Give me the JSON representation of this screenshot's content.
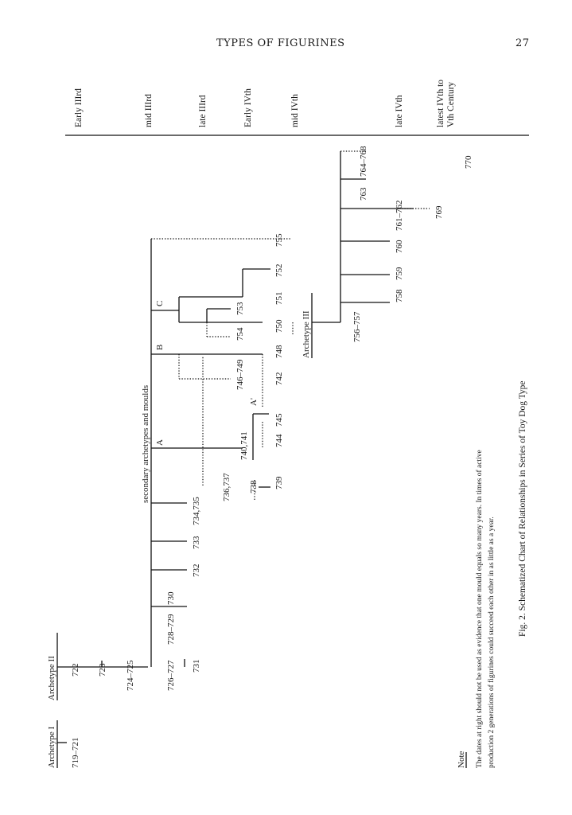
{
  "header": {
    "running_head": "TYPES OF FIGURINES",
    "page_number": "27"
  },
  "periods": [
    "Early IIIrd",
    "mid IIIrd",
    "late IIIrd",
    "Early IVth",
    "mid IVth",
    "late IVth",
    "latest IVth to",
    "Vth Century"
  ],
  "archetypes": {
    "one": "Archetype I",
    "two": "Archetype II",
    "three": "Archetype III"
  },
  "branch_labels": {
    "secondary": "secondary archetypes and moulds",
    "a": "A",
    "a_prime": "A'",
    "b": "B",
    "c": "C"
  },
  "numbers": {
    "n719": "719–721",
    "n722": "722",
    "n723": "723",
    "n724": "724–725",
    "n726": "726–727",
    "n728": "728–729",
    "n730": "730",
    "n731": "731",
    "n732": "732",
    "n733": "733",
    "n734": "734,735",
    "n736": "736,737",
    "n738": "738",
    "n739": "739",
    "n740": "740,741",
    "n742": "742",
    "n744": "744",
    "n745": "745",
    "n746": "746–749",
    "n748": "748",
    "n750": "750",
    "n751": "751",
    "n752": "752",
    "n753": "753",
    "n754": "754",
    "n755": "755",
    "n756": "756–757",
    "n758": "758",
    "n759": "759",
    "n760": "760",
    "n761": "761–762",
    "n763": "763",
    "n764": "764–768",
    "n769": "769",
    "n770": "770"
  },
  "note": {
    "heading": "Note",
    "line1": "The dates at right should not be used as evidence that one mould equals so many years. In times of active",
    "line2": "production 2 generations of figurines could succeed each other in as little as a year."
  },
  "caption": "Fig. 2. Schematized Chart of Relationships in Series of Toy Dog Type"
}
